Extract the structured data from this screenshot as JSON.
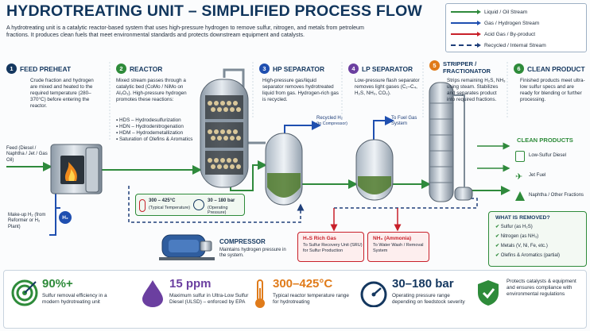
{
  "title": "HYDROTREATING UNIT – SIMPLIFIED PROCESS FLOW",
  "intro": "A hydrotreating unit is a catalytic reactor-based system that uses high-pressure hydrogen to remove sulfur, nitrogen, and metals from petroleum fractions. It produces clean fuels that meet environmental standards and protects downstream equipment and catalysts.",
  "legend": {
    "items": [
      {
        "label": "Liquid / Oil Stream",
        "color": "#2f8a3c",
        "style": "solid"
      },
      {
        "label": "Gas / Hydrogen Stream",
        "color": "#1f4fb0",
        "style": "solid"
      },
      {
        "label": "Acid Gas / By-product",
        "color": "#c8202a",
        "style": "solid"
      },
      {
        "label": "Recycled / Internal Stream",
        "color": "#1f3f7a",
        "style": "dashed"
      }
    ]
  },
  "steps": [
    {
      "num": "1",
      "title": "FEED PREHEAT",
      "color": "#14375f",
      "desc": "Crude fraction and hydrogen are mixed and heated to the required temperature (280–370°C) before entering the reactor."
    },
    {
      "num": "2",
      "title": "REACTOR",
      "color": "#2e8b3a",
      "desc": "Mixed stream passes through a catalytic bed (CoMo / NiMo on Al₂O₃). High-pressure hydrogen promotes these reactions:",
      "reactions": [
        "HDS – Hydrodesulfurization",
        "HDN – Hydrodenitrogenation",
        "HDM – Hydrodemetallization",
        "Saturation of Olefins & Aromatics"
      ]
    },
    {
      "num": "3",
      "title": "HP SEPARATOR",
      "color": "#1f4fb0",
      "desc": "High-pressure gas/liquid separator removes hydrotreated liquid from gas. Hydrogen-rich gas is recycled."
    },
    {
      "num": "4",
      "title": "LP SEPARATOR",
      "color": "#6b3fa0",
      "desc": "Low-pressure flash separator removes light gases (C₁–C₄, H₂S, NH₃, CO₂)."
    },
    {
      "num": "5",
      "title": "STRIPPER / FRACTIONATOR",
      "color": "#e07b1a",
      "desc": "Strips remaining H₂S, NH₃ using steam. Stabilizes and separates product into required fractions."
    },
    {
      "num": "6",
      "title": "CLEAN PRODUCT",
      "color": "#2e8b3a",
      "desc": "Finished products meet ultra-low sulfur specs and are ready for blending or further processing."
    }
  ],
  "feed": {
    "label": "Feed (Diesel / Naphtha / Jet / Gas Oil)"
  },
  "makeup": {
    "label": "Make-up H₂ (from Reformer or H₂ Plant)",
    "badge": "H₂"
  },
  "reactor_conditions": {
    "temp": "300 – 425°C",
    "temp_sub": "(Typical Temperature)",
    "pressure": "30 – 180 bar",
    "pressure_sub": "(Operating Pressure)"
  },
  "recycled_h2": {
    "label": "Recycled H₂",
    "sub": "(to Compressor)"
  },
  "fuel_gas": {
    "label": "To Fuel Gas System"
  },
  "compressor": {
    "title": "COMPRESSOR",
    "desc": "Maintains hydrogen pressure in the system."
  },
  "h2s_box": {
    "title": "H₂S Rich Gas",
    "desc": "To Sulfur Recovery Unit (SRU) for Sulfur Production"
  },
  "nh3_box": {
    "title": "NH₃ (Ammonia)",
    "desc": "To Water Wash / Removal System"
  },
  "clean_products": {
    "title": "CLEAN PRODUCTS",
    "items": [
      {
        "icon": "gas-pump-icon",
        "label": "Low-Sulfur Diesel"
      },
      {
        "icon": "airplane-icon",
        "label": "Jet Fuel"
      },
      {
        "icon": "flask-icon",
        "label": "Naphtha / Other Fractions"
      }
    ]
  },
  "removed": {
    "title": "WHAT IS REMOVED?",
    "items": [
      "Sulfur (as H₂S)",
      "Nitrogen (as NH₃)",
      "Metals (V, Ni, Fe, etc.)",
      "Olefins & Aromatics (partial)"
    ]
  },
  "stats": [
    {
      "icon": "target-icon",
      "value": "90%+",
      "color": "#2e8b3a",
      "desc": "Sulfur removal efficiency in a modern hydrotreating unit"
    },
    {
      "icon": "droplet-icon",
      "value": "15 ppm",
      "color": "#6b3fa0",
      "desc": "Maximum sulfur in Ultra-Low Sulfur Diesel (ULSD) – enforced by EPA"
    },
    {
      "icon": "thermometer-icon",
      "value": "300–425°C",
      "color": "#e07b1a",
      "desc": "Typical reactor temperature range for hydrotreating"
    },
    {
      "icon": "gauge-icon",
      "value": "30–180 bar",
      "color": "#14375f",
      "desc": "Operating pressure range depending on feedstock severity"
    },
    {
      "icon": "shield-check-icon",
      "value": "",
      "color": "#2e8b3a",
      "desc": "Protects catalysts & equipment and ensures compliance with environmental regulations"
    }
  ]
}
